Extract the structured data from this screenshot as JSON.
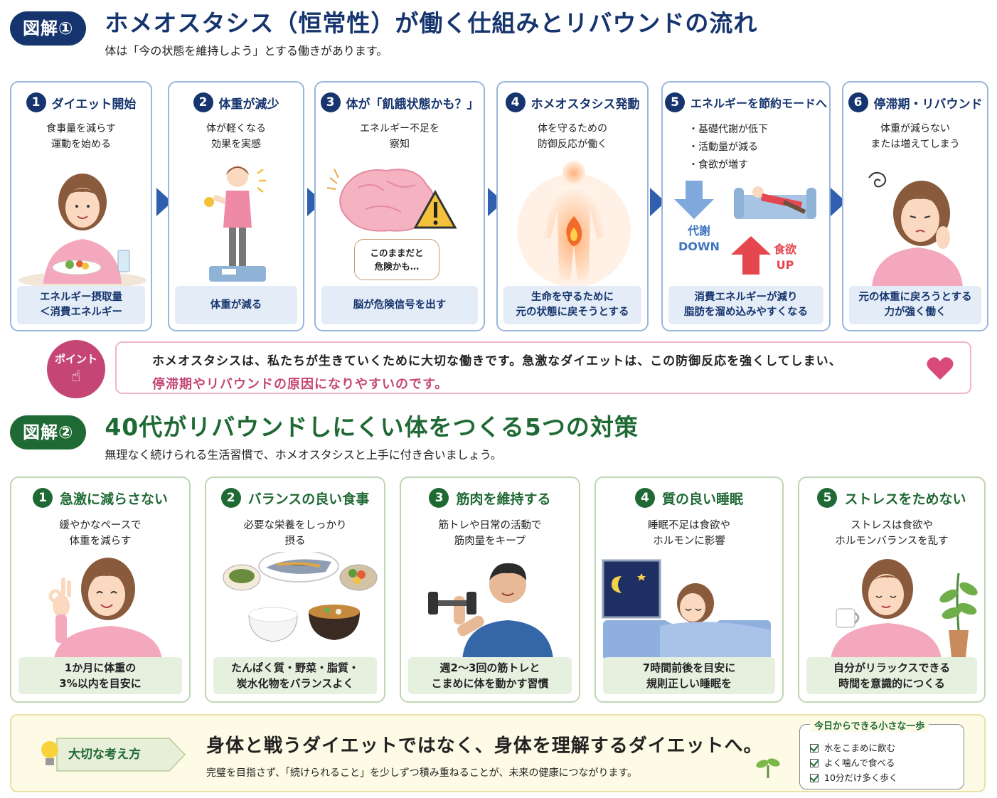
{
  "section1": {
    "badge": "図解①",
    "title": "ホメオスタシス（恒常性）が働く仕組みとリバウンドの流れ",
    "subtitle": "体は「今の状態を維持しよう」とする働きがあります。",
    "steps": [
      {
        "num": "1",
        "title": "ダイエット開始",
        "desc": "食事量を減らす\n運動を始める",
        "foot": "エネルギー摂取量\n＜消費エネルギー"
      },
      {
        "num": "2",
        "title": "体重が減少",
        "desc": "体が軽くなる\n効果を実感",
        "foot": "体重が減る"
      },
      {
        "num": "3",
        "title": "体が「飢餓状態かも？」",
        "desc": "エネルギー不足を\n察知",
        "bubble": "このままだと\n危険かも…",
        "foot": "脳が危険信号を出す"
      },
      {
        "num": "4",
        "title": "ホメオスタシス発動",
        "desc": "体を守るための\n防御反応が働く",
        "foot": "生命を守るために\n元の状態に戻そうとする"
      },
      {
        "num": "5",
        "title": "エネルギーを節約モードへ",
        "bullets": [
          "・基礎代謝が低下",
          "・活動量が減る",
          "・食欲が増す"
        ],
        "down_label": "代謝",
        "down_sub": "DOWN",
        "up_label": "食欲",
        "up_sub": "UP",
        "foot": "消費エネルギーが減り\n脂肪を溜め込みやすくなる"
      },
      {
        "num": "6",
        "title": "停滞期・リバウンド",
        "desc": "体重が減らない\nまたは増えてしまう",
        "foot": "元の体重に戻ろうとする\n力が強く働く"
      }
    ],
    "point": {
      "badge": "ポイント",
      "line1": "ホメオスタシスは、私たちが生きていくために大切な働きです。急激なダイエットは、この防御反応を強くしてしまい、",
      "line2": "停滞期やリバウンドの原因になりやすいのです。"
    }
  },
  "section2": {
    "badge": "図解②",
    "title": "40代がリバウンドしにくい体をつくる5つの対策",
    "subtitle": "無理なく続けられる生活習慣で、ホメオスタシスと上手に付き合いましょう。",
    "measures": [
      {
        "num": "1",
        "title": "急激に減らさない",
        "desc": "緩やかなペースで\n体重を減らす",
        "foot": "1か月に体重の\n3%以内を目安に"
      },
      {
        "num": "2",
        "title": "バランスの良い食事",
        "desc": "必要な栄養をしっかり\n摂る",
        "foot": "たんぱく質・野菜・脂質・\n炭水化物をバランスよく"
      },
      {
        "num": "3",
        "title": "筋肉を維持する",
        "desc": "筋トレや日常の活動で\n筋肉量をキープ",
        "foot": "週2〜3回の筋トレと\nこまめに体を動かす習慣"
      },
      {
        "num": "4",
        "title": "質の良い睡眠",
        "desc": "睡眠不足は食欲や\nホルモンに影響",
        "foot": "7時間前後を目安に\n規則正しい睡眠を"
      },
      {
        "num": "5",
        "title": "ストレスをためない",
        "desc": "ストレスは食欲や\nホルモンバランスを乱す",
        "foot": "自分がリラックスできる\n時間を意識的につくる"
      }
    ]
  },
  "bottom": {
    "tag": "大切な考え方",
    "main": "身体と戦うダイエットではなく、身体を理解するダイエットへ。",
    "sub": "完璧を目指さず、「続けられること」を少しずつ積み重ねることが、未来の健康につながります。",
    "tips_title": "今日からできる小さな一歩",
    "tips": [
      "水をこまめに飲む",
      "よく噛んで食べる",
      "10分だけ多く歩く"
    ]
  },
  "colors": {
    "navy": "#16356e",
    "green": "#1f6a34",
    "pink": "#c54675",
    "arrow": "#2f5fae"
  }
}
